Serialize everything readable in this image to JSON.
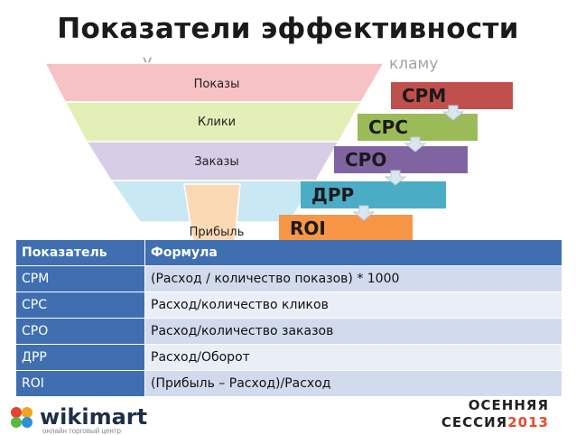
{
  "slide": {
    "title": "Показатели эффективности",
    "subtitle_left": "У",
    "subtitle_right": "кламу"
  },
  "funnel": {
    "levels": [
      {
        "label": "Показы",
        "color": "#f6c2c4"
      },
      {
        "label": "Клики",
        "color": "#e2efb6"
      },
      {
        "label": "Заказы",
        "color": "#d8cde6"
      },
      {
        "label": "",
        "color": "#c8e9f3"
      },
      {
        "label": "Прибыль",
        "color": "#fbd9b5"
      }
    ]
  },
  "bars": [
    {
      "label": "CPM",
      "color": "#c0504d"
    },
    {
      "label": "CPC",
      "color": "#9bbb59"
    },
    {
      "label": "CPO",
      "color": "#8064a2"
    },
    {
      "label": "ДРР",
      "color": "#4bacc6"
    },
    {
      "label": "ROI",
      "color": "#f79646"
    }
  ],
  "table": {
    "headers": [
      "Показатель",
      "Формула"
    ],
    "rows": [
      [
        "CPM",
        "(Расход / количество показов) * 1000"
      ],
      [
        "CPC",
        "Расход/количество кликов"
      ],
      [
        "CPO",
        "Расход/количество заказов"
      ],
      [
        "ДРР",
        "Расход/Оборот"
      ],
      [
        "ROI",
        "(Прибыль – Расход)/Расход"
      ]
    ]
  },
  "footer": {
    "brand": "wikimart",
    "brand_sub": "онлайн торговый центр",
    "event_line1": "ОСЕННЯЯ",
    "event_line2": "СЕССИЯ",
    "event_year": "2013"
  }
}
